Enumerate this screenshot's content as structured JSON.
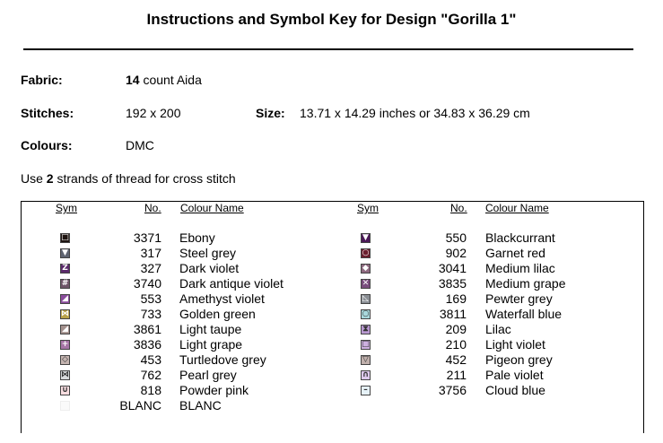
{
  "title": "Instructions and Symbol Key for Design \"Gorilla 1\"",
  "fabric": {
    "label": "Fabric:",
    "count": "14",
    "rest": " count Aida"
  },
  "stitches": {
    "label": "Stitches:",
    "value": "192 x 200"
  },
  "size": {
    "label": "Size:",
    "value": "13.71 x 14.29 inches or 34.83 x 36.29 cm"
  },
  "colours": {
    "label": "Colours:",
    "value": "DMC"
  },
  "note": {
    "pre": "Use ",
    "strands": "2",
    "post": " strands of thread for cross stitch"
  },
  "headers": {
    "sym": "Sym",
    "no": "No.",
    "name": "Colour Name"
  },
  "left_rows": [
    {
      "no": "3371",
      "name": "Ebony",
      "color": "#1e1410",
      "glyph": "□"
    },
    {
      "no": "317",
      "name": "Steel grey",
      "color": "#5f6470",
      "glyph": "▼"
    },
    {
      "no": "327",
      "name": "Dark violet",
      "color": "#5a2a6a",
      "glyph": "Z"
    },
    {
      "no": "3740",
      "name": "Dark antique violet",
      "color": "#6e5568",
      "glyph": "#"
    },
    {
      "no": "553",
      "name": "Amethyst violet",
      "color": "#8a4c9c",
      "glyph": "◢"
    },
    {
      "no": "733",
      "name": "Golden green",
      "color": "#b8a24a",
      "glyph": "⋈"
    },
    {
      "no": "3861",
      "name": "Light taupe",
      "color": "#a3908c",
      "glyph": "◢"
    },
    {
      "no": "3836",
      "name": "Light grape",
      "color": "#a675a6",
      "glyph": "+"
    },
    {
      "no": "453",
      "name": "Turtledove grey",
      "color": "#c4b4b0",
      "glyph": "◇"
    },
    {
      "no": "762",
      "name": "Pearl grey",
      "color": "#d8dadc",
      "glyph": "⋈"
    },
    {
      "no": "818",
      "name": "Powder pink",
      "color": "#f8dde0",
      "glyph": "∪"
    },
    {
      "no": "BLANC",
      "name": "BLANC",
      "color": "#fafafa",
      "glyph": ""
    }
  ],
  "right_rows": [
    {
      "no": "550",
      "name": "Blackcurrant",
      "color": "#4c1a58",
      "glyph": "▼"
    },
    {
      "no": "902",
      "name": "Garnet red",
      "color": "#6a1e2c",
      "glyph": "○"
    },
    {
      "no": "3041",
      "name": "Medium lilac",
      "color": "#8e6a80",
      "glyph": "◆"
    },
    {
      "no": "3835",
      "name": "Medium grape",
      "color": "#7a4e7e",
      "glyph": "✕"
    },
    {
      "no": "169",
      "name": "Pewter grey",
      "color": "#8a8e94",
      "glyph": "◺"
    },
    {
      "no": "3811",
      "name": "Waterfall blue",
      "color": "#a8d8dc",
      "glyph": "○"
    },
    {
      "no": "209",
      "name": "Lilac",
      "color": "#b898d0",
      "glyph": "⧗"
    },
    {
      "no": "210",
      "name": "Light violet",
      "color": "#cdb0e0",
      "glyph": "□"
    },
    {
      "no": "452",
      "name": "Pigeon grey",
      "color": "#c0b0ac",
      "glyph": "▽"
    },
    {
      "no": "211",
      "name": "Pale violet",
      "color": "#dcc8ec",
      "glyph": "∩"
    },
    {
      "no": "3756",
      "name": "Cloud blue",
      "color": "#e6f2f8",
      "glyph": "–"
    }
  ]
}
